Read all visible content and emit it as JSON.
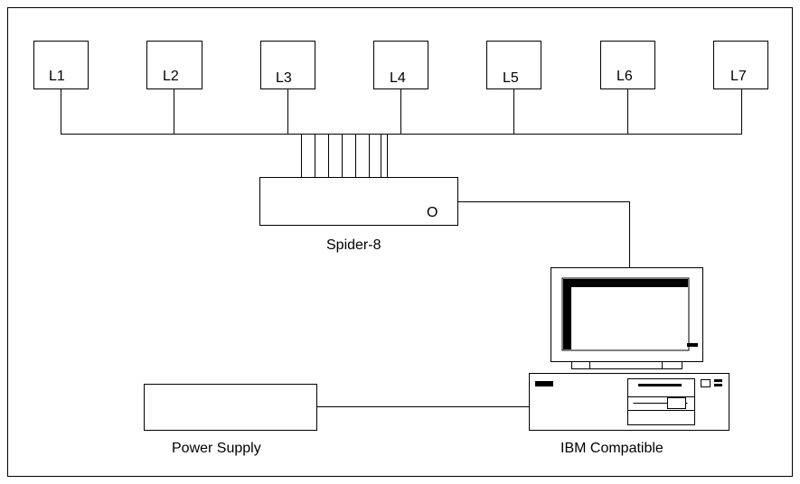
{
  "nodes": {
    "loads": [
      "L1",
      "L2",
      "L3",
      "L4",
      "L5",
      "L6",
      "L7"
    ],
    "amplifier": {
      "label": "Spider-8",
      "indicator": "O"
    },
    "power_supply": {
      "label": "Power Supply"
    },
    "computer": {
      "label": "IBM Compatible"
    }
  },
  "connections": [
    {
      "from": "L1-L7",
      "to": "Spider-8"
    },
    {
      "from": "Spider-8",
      "to": "IBM Compatible"
    },
    {
      "from": "Power Supply",
      "to": "IBM Compatible"
    }
  ]
}
